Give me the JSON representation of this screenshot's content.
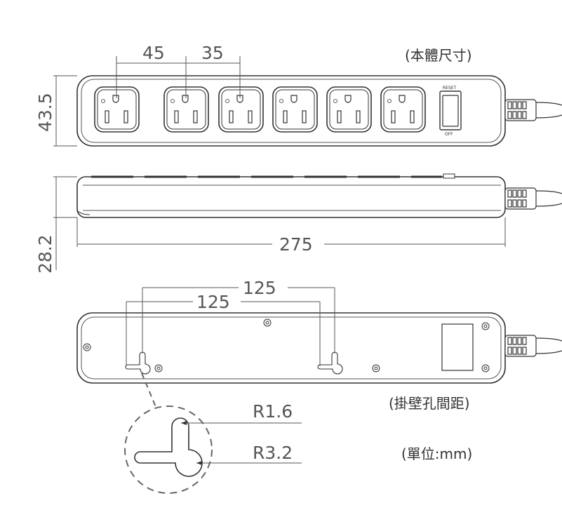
{
  "dimensions": {
    "outlet_spacing_a": "45",
    "outlet_spacing_b": "35",
    "height_front": "43.5",
    "height_side": "28.2",
    "total_length": "275",
    "mount_spacing_outer": "125",
    "mount_spacing_inner": "125",
    "radius_small": "R1.6",
    "radius_large": "R3.2"
  },
  "notes": {
    "body_size": "(本體尺寸)",
    "mount_spacing": "(掛壁孔間距)",
    "unit": "(單位:mm)"
  },
  "switch": {
    "top_label": "RESET",
    "bottom_label": "OFF"
  },
  "outlet_count": 6
}
